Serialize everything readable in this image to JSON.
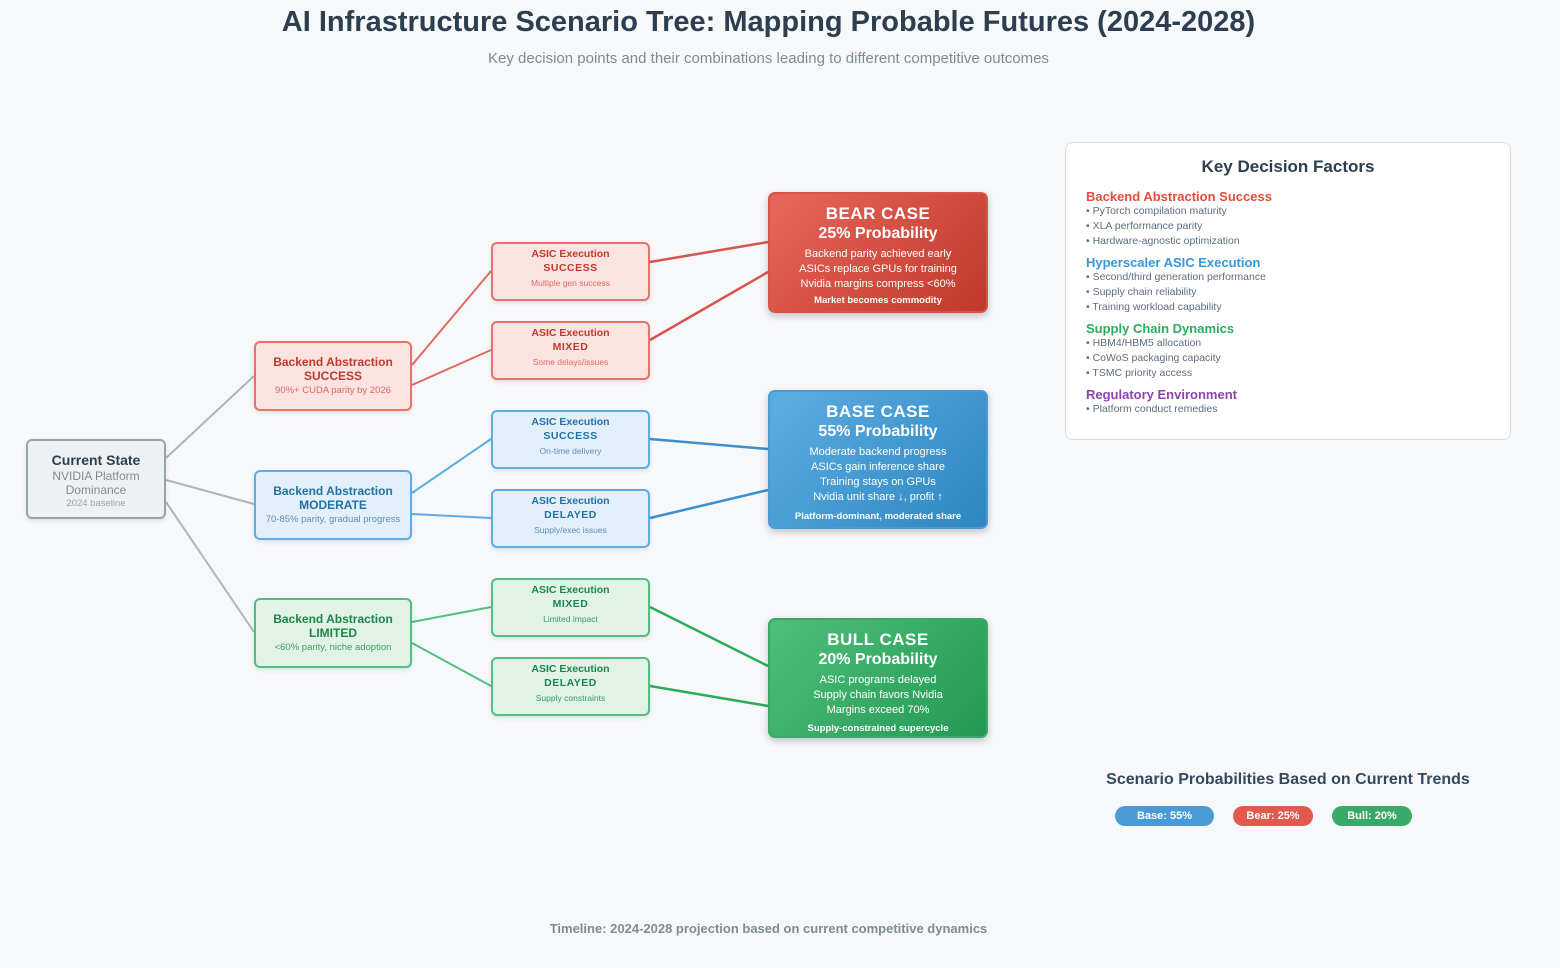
{
  "header": {
    "title": "AI Infrastructure Scenario Tree: Mapping Probable Futures (2024-2028)",
    "subtitle": "Key decision points and their combinations leading to different competitive outcomes"
  },
  "colors": {
    "bear": "#e74c3c",
    "base": "#3498db",
    "bull": "#27ae60",
    "neutral": "#95a5a6",
    "regulatory": "#8e44ad"
  },
  "root": {
    "title": "Current State",
    "line1": "NVIDIA Platform",
    "line2": "Dominance",
    "line3": "2024 baseline"
  },
  "backend": {
    "success": {
      "title": "Backend Abstraction",
      "status": "SUCCESS",
      "detail": "90%+ CUDA parity by 2026"
    },
    "moderate": {
      "title": "Backend Abstraction",
      "status": "MODERATE",
      "detail": "70-85% parity, gradual progress"
    },
    "limited": {
      "title": "Backend Abstraction",
      "status": "LIMITED",
      "detail": "<60% parity, niche adoption"
    }
  },
  "asic": [
    {
      "title": "ASIC Execution",
      "status": "SUCCESS",
      "detail": "Multiple gen success"
    },
    {
      "title": "ASIC Execution",
      "status": "MIXED",
      "detail": "Some delays/issues"
    },
    {
      "title": "ASIC Execution",
      "status": "SUCCESS",
      "detail": "On-time delivery"
    },
    {
      "title": "ASIC Execution",
      "status": "DELAYED",
      "detail": "Supply/exec issues"
    },
    {
      "title": "ASIC Execution",
      "status": "MIXED",
      "detail": "Limited impact"
    },
    {
      "title": "ASIC Execution",
      "status": "DELAYED",
      "detail": "Supply constraints"
    }
  ],
  "outcomes": {
    "bear": {
      "title": "BEAR CASE",
      "probability": "25% Probability",
      "lines": [
        "Backend parity achieved early",
        "ASICs replace GPUs for training",
        "Nvidia margins compress <60%"
      ],
      "summary": "Market becomes commodity"
    },
    "base": {
      "title": "BASE CASE",
      "probability": "55% Probability",
      "lines": [
        "Moderate backend progress",
        "ASICs gain inference share",
        "Training stays on GPUs",
        "Nvidia unit share ↓, profit ↑"
      ],
      "summary": "Platform-dominant, moderated share"
    },
    "bull": {
      "title": "BULL CASE",
      "probability": "20% Probability",
      "lines": [
        "ASIC programs delayed",
        "Supply chain favors Nvidia",
        "Margins exceed 70%"
      ],
      "summary": "Supply-constrained supercycle"
    }
  },
  "factors": {
    "title": "Key Decision Factors",
    "groups": [
      {
        "heading": "Backend Abstraction Success",
        "items": [
          "• PyTorch compilation maturity",
          "• XLA performance parity",
          "• Hardware-agnostic optimization"
        ]
      },
      {
        "heading": "Hyperscaler ASIC Execution",
        "items": [
          "• Second/third generation performance",
          "• Supply chain reliability",
          "• Training workload capability"
        ]
      },
      {
        "heading": "Supply Chain Dynamics",
        "items": [
          "• HBM4/HBM5 allocation",
          "• CoWoS packaging capacity",
          "• TSMC priority access"
        ]
      },
      {
        "heading": "Regulatory Environment",
        "items": [
          "• Platform conduct remedies"
        ]
      }
    ]
  },
  "probabilities": {
    "title": "Scenario Probabilities Based on Current Trends",
    "base": "Base: 55%",
    "bear": "Bear: 25%",
    "bull": "Bull: 20%"
  },
  "footer": {
    "timeline": "Timeline: 2024-2028 projection based on current competitive dynamics"
  }
}
